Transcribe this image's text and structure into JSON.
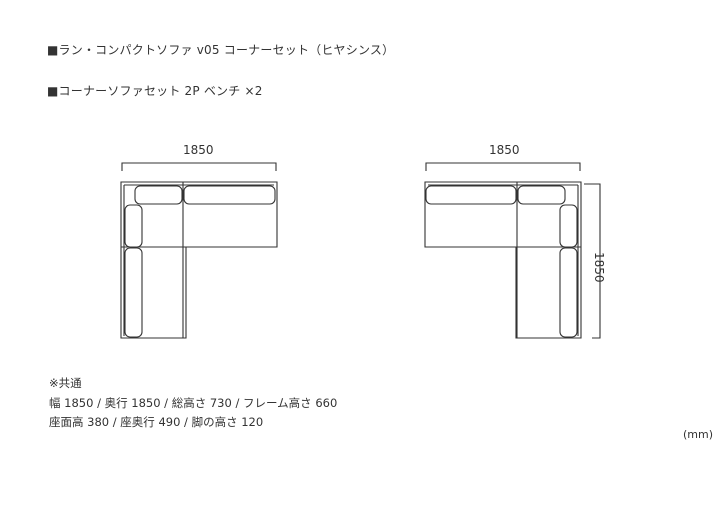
{
  "header": {
    "title": "■ラン・コンパクトソファ v05 コーナーセット（ヒヤシンス）",
    "subtitle": "■コーナーソファセット 2P ベンチ ×2"
  },
  "drawings": {
    "left": {
      "width_label": "1850",
      "orientation": "left-corner"
    },
    "right": {
      "width_label": "1850",
      "depth_label": "1850",
      "orientation": "right-corner"
    },
    "line_color": "#333333"
  },
  "specs": {
    "heading": "※共通",
    "line1": "幅 1850 / 奥行 1850 / 総高さ 730 / フレーム高さ 660",
    "line2": "座面高 380 / 座奥行 490 / 脚の高さ 120"
  },
  "unit": "(mm)"
}
